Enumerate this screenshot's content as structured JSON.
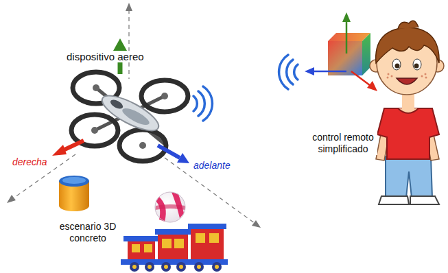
{
  "diagram": {
    "labels": [
      "dispositivo aereo",
      "derecha",
      "adelante",
      "escenario 3D concreto",
      "control remoto simplificado"
    ]
  }
}
